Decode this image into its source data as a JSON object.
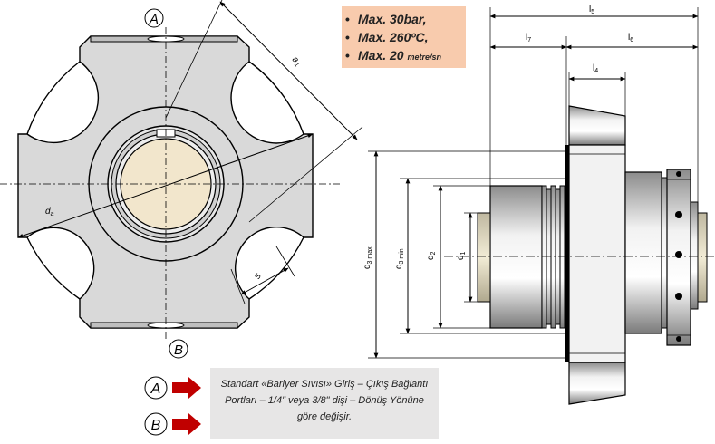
{
  "specs": {
    "bullet": "•",
    "pressure": "Max. 30bar,",
    "temperature": "Max. 260ºC,",
    "speed_value": "Max. 20",
    "speed_unit": "metre/sn"
  },
  "legend": {
    "port_a": "A",
    "port_b": "B",
    "note": "Standart «Bariyer Sıvısı» Giriş – Çıkış Bağlantı Portları – 1/4\" veya 3/8\" dişi – Dönüş Yönüne göre değişir."
  },
  "dimensions": {
    "da": "d",
    "da_sub": "a",
    "a1": "a",
    "a1_sub": "1",
    "s": "s",
    "l5": "l",
    "l5_sub": "5",
    "l7": "l",
    "l7_sub": "7",
    "l6": "l",
    "l6_sub": "6",
    "l4": "l",
    "l4_sub": "4",
    "d3max": "d",
    "d3max_sub": "3 max",
    "d3min": "d",
    "d3min_sub": "3 min",
    "d2": "d",
    "d2_sub": "2",
    "d1": "d",
    "d1_sub": "1"
  },
  "colors": {
    "body_fill": "#d9d9d9",
    "shaft_fill": "#f2e6cc",
    "spec_box": "#f8cbad",
    "note_box": "#e7e6e6",
    "arrow_red": "#c00000"
  }
}
